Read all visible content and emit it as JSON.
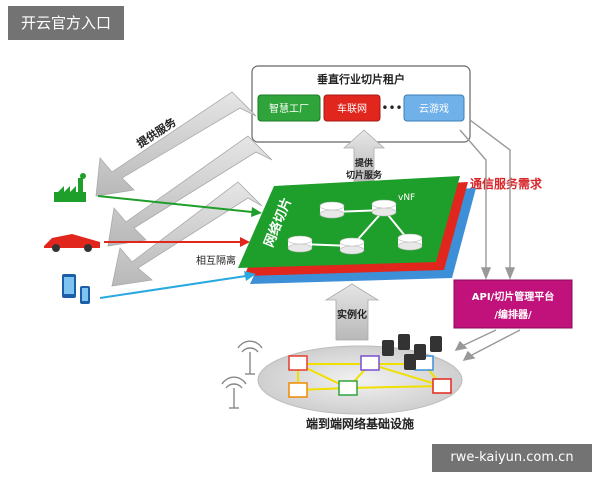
{
  "watermark": "开云官方入口",
  "footer_url": "rwe-kaiyun.com.cn",
  "tenant_box": {
    "title": "垂直行业切片租户",
    "apps": [
      "智慧工厂",
      "车联网",
      "云游戏"
    ],
    "ellipsis": "•••"
  },
  "labels": {
    "provide_service": "提供服务",
    "provide_slice_service_line1": "提供",
    "provide_slice_service_line2": "切片服务",
    "comm_service_demand": "通信服务需求",
    "mutual_isolation": "相互隔离",
    "network_slice": "网络切片",
    "vnf": "vNF",
    "instantiation": "实例化",
    "api_line1": "API/切片管理平台",
    "api_line2": "/编排器/",
    "infra": "端到端网络基础设施"
  },
  "colors": {
    "green": "#1e9e2a",
    "red": "#e0261d",
    "blue": "#3d8fd8",
    "magenta": "#c0127a",
    "gray": "#c9c9c9",
    "api_text": "#ffffff",
    "comm_demand": "#d8262a"
  },
  "icons": [
    "factory-icon",
    "car-icon",
    "phone-icon",
    "antenna-icon",
    "server-icon",
    "node-icon"
  ]
}
